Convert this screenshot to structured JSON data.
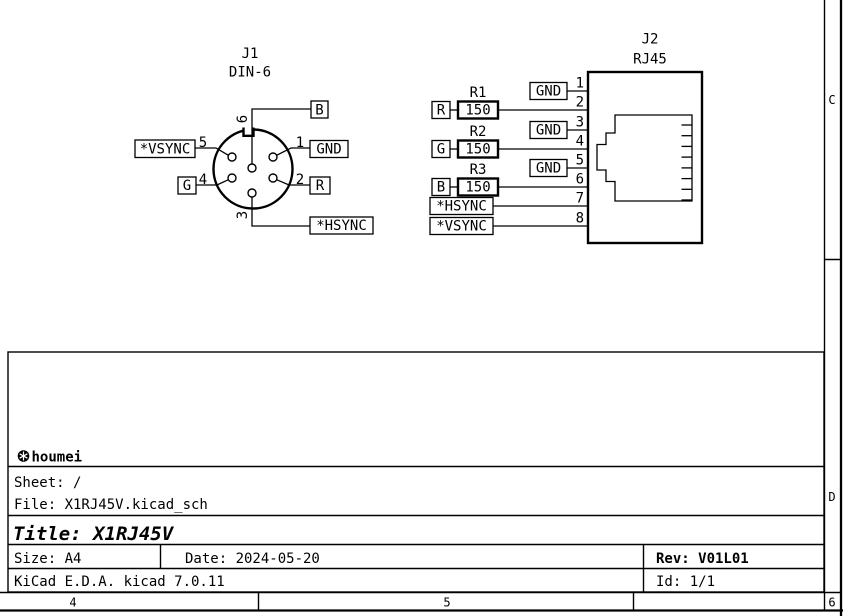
{
  "border": {
    "row_label_c": "C",
    "row_label_d": "D",
    "col_label_4": "4",
    "col_label_5": "5",
    "col_label_6": "6"
  },
  "title_block": {
    "company": "houmei",
    "company_icon": "houmei-logo-icon",
    "sheet": "Sheet: /",
    "file": "File: X1RJ45V.kicad_sch",
    "title": "Title: X1RJ45V",
    "size": "Size: A4",
    "date": "Date: 2024-05-20",
    "tool": "KiCad E.D.A.  kicad 7.0.11",
    "rev": "Rev: V01L01",
    "id": "Id: 1/1"
  },
  "j1": {
    "ref": "J1",
    "value": "DIN-6",
    "pin_numbers": {
      "p1": "1",
      "p2": "2",
      "p3": "3",
      "p4": "4",
      "p5": "5",
      "p6": "6"
    },
    "nets": {
      "b": "B",
      "gnd": "GND",
      "r": "R",
      "g": "G",
      "vsync": "*VSYNC",
      "hsync": "*HSYNC"
    }
  },
  "j2": {
    "ref": "J2",
    "value": "RJ45",
    "pin_numbers": {
      "p1": "1",
      "p2": "2",
      "p3": "3",
      "p4": "4",
      "p5": "5",
      "p6": "6",
      "p7": "7",
      "p8": "8"
    },
    "nets": {
      "gnd_pin1": "GND",
      "gnd_pin3": "GND",
      "gnd_pin5": "GND",
      "r": "R",
      "g": "G",
      "b": "B",
      "hsync": "*HSYNC",
      "vsync": "*VSYNC"
    }
  },
  "resistors": {
    "r1": {
      "ref": "R1",
      "value": "150"
    },
    "r2": {
      "ref": "R2",
      "value": "150"
    },
    "r3": {
      "ref": "R3",
      "value": "150"
    }
  },
  "colors": {
    "ink": "#000000",
    "paper": "#ffffff"
  }
}
